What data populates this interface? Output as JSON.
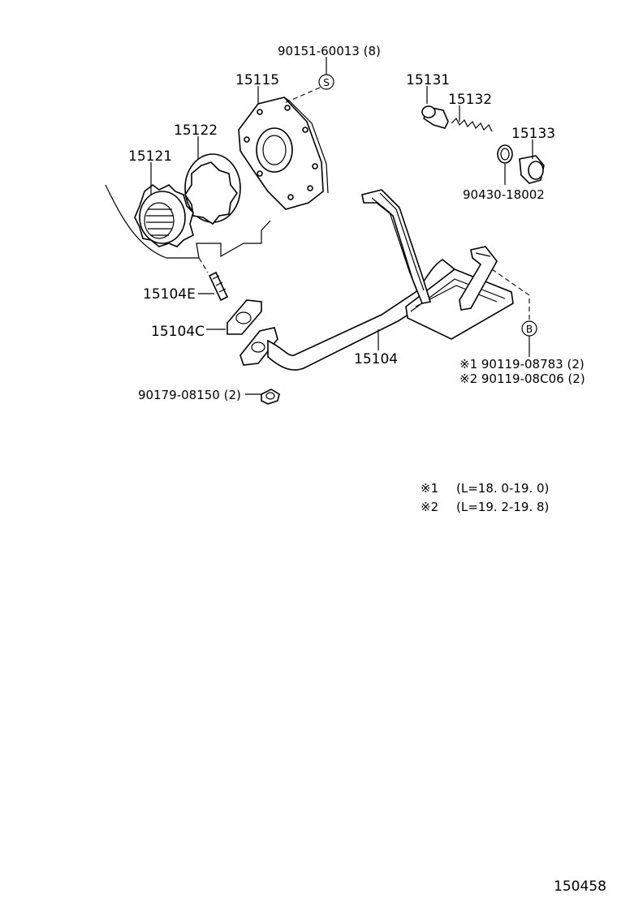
{
  "labels": {
    "p15115": "15115",
    "p90151": "90151-60013 (8)",
    "p15131": "15131",
    "p15132": "15132",
    "p15133": "15133",
    "p90430": "90430-18002",
    "p15122": "15122",
    "p15121": "15121",
    "p15104E": "15104E",
    "p15104C": "15104C",
    "p15104": "15104",
    "p90179": "90179-08150 (2)",
    "bolt1": "※1 90119-08783 (2)",
    "bolt2": "※2 90119-08C06 (2)",
    "marker_s": "S",
    "marker_b": "B"
  },
  "notes": {
    "note1_mark": "※1",
    "note1_range": "(L=18. 0-19. 0)",
    "note2_mark": "※2",
    "note2_range": "(L=19. 2-19. 8)"
  },
  "figure_number": "150458"
}
